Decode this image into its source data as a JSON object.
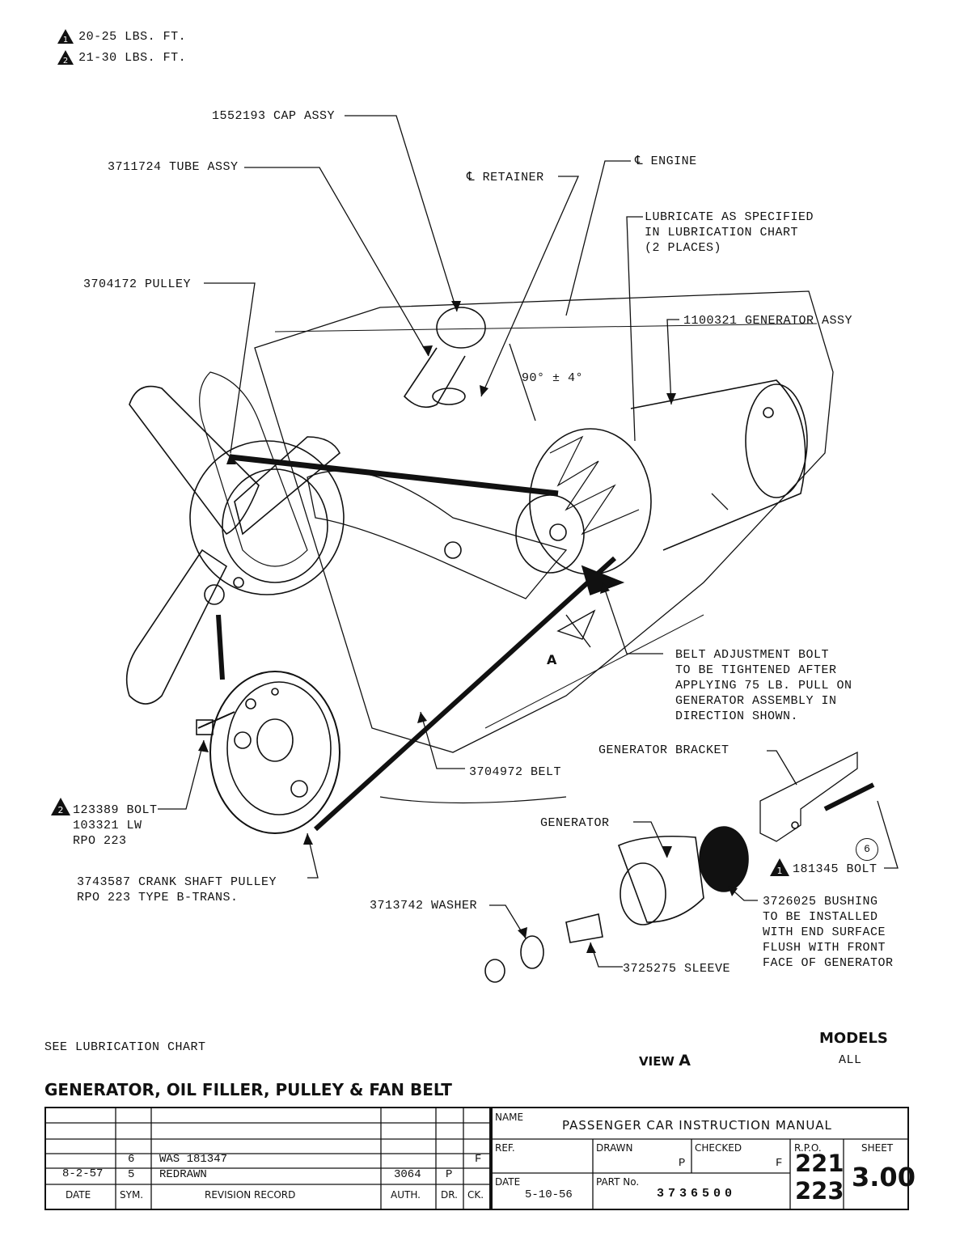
{
  "torque_notes": [
    {
      "marker": "1",
      "text": "20-25 LBS. FT."
    },
    {
      "marker": "2",
      "text": "21-30 LBS. FT."
    }
  ],
  "callouts": {
    "cap_assy": "1552193 CAP ASSY",
    "tube_assy": "3711724 TUBE ASSY",
    "retainer": "℄ RETAINER",
    "engine": "℄ ENGINE",
    "lubricate": [
      "LUBRICATE AS SPECIFIED",
      "IN LUBRICATION CHART",
      "(2 PLACES)"
    ],
    "pulley": "3704172 PULLEY",
    "generator_assy": "1100321 GENERATOR ASSY",
    "angle": "90° ± 4°",
    "belt_adjust": [
      "BELT ADJUSTMENT BOLT",
      "TO BE TIGHTENED AFTER",
      "APPLYING 75 LB. PULL ON",
      "GENERATOR ASSEMBLY IN",
      "DIRECTION SHOWN."
    ],
    "view_marker": "A",
    "belt": "3704972 BELT",
    "generator_bracket": "GENERATOR BRACKET",
    "bolt_123389": [
      "123389 BOLT",
      "103321 LW",
      "RPO 223"
    ],
    "generator": "GENERATOR",
    "bolt_181345": "181345 BOLT",
    "bolt_marker": "6",
    "crank_pulley": [
      "3743587 CRANK SHAFT PULLEY",
      "RPO 223 TYPE B-TRANS."
    ],
    "washer": "3713742 WASHER",
    "bushing": [
      "3726025 BUSHING",
      "TO BE INSTALLED",
      "WITH END SURFACE",
      "FLUSH WITH FRONT",
      "FACE OF GENERATOR"
    ],
    "sleeve": "3725275 SLEEVE"
  },
  "footer": {
    "see_chart": "SEE LUBRICATION CHART",
    "view_label": "VIEW",
    "view_letter": "A",
    "models_label": "MODELS",
    "models_value": "ALL",
    "title": "GENERATOR, OIL FILLER, PULLEY & FAN BELT"
  },
  "revision_record": {
    "headers": {
      "date": "DATE",
      "sym": "SYM.",
      "record": "REVISION RECORD",
      "auth": "AUTH.",
      "dr": "DR.",
      "ck": "CK."
    },
    "rows": [
      {
        "date": "",
        "sym": "6",
        "record": "WAS 181347",
        "auth": "",
        "dr": "",
        "ck": "F"
      },
      {
        "date": "8-2-57",
        "sym": "5",
        "record": "REDRAWN",
        "auth": "3064",
        "dr": "P",
        "ck": ""
      }
    ]
  },
  "title_block": {
    "name_label": "NAME",
    "name_value": "PASSENGER CAR INSTRUCTION MANUAL",
    "ref_label": "REF.",
    "drawn_label": "DRAWN",
    "drawn_value": "P",
    "checked_label": "CHECKED",
    "checked_value": "F",
    "rpo_label": "R.P.O.",
    "rpo_values": [
      "221",
      "223"
    ],
    "sheet_label": "SHEET",
    "sheet_value": "3.00",
    "date_label": "DATE",
    "date_value": "5-10-56",
    "part_label": "PART No.",
    "part_value": "3736500"
  }
}
